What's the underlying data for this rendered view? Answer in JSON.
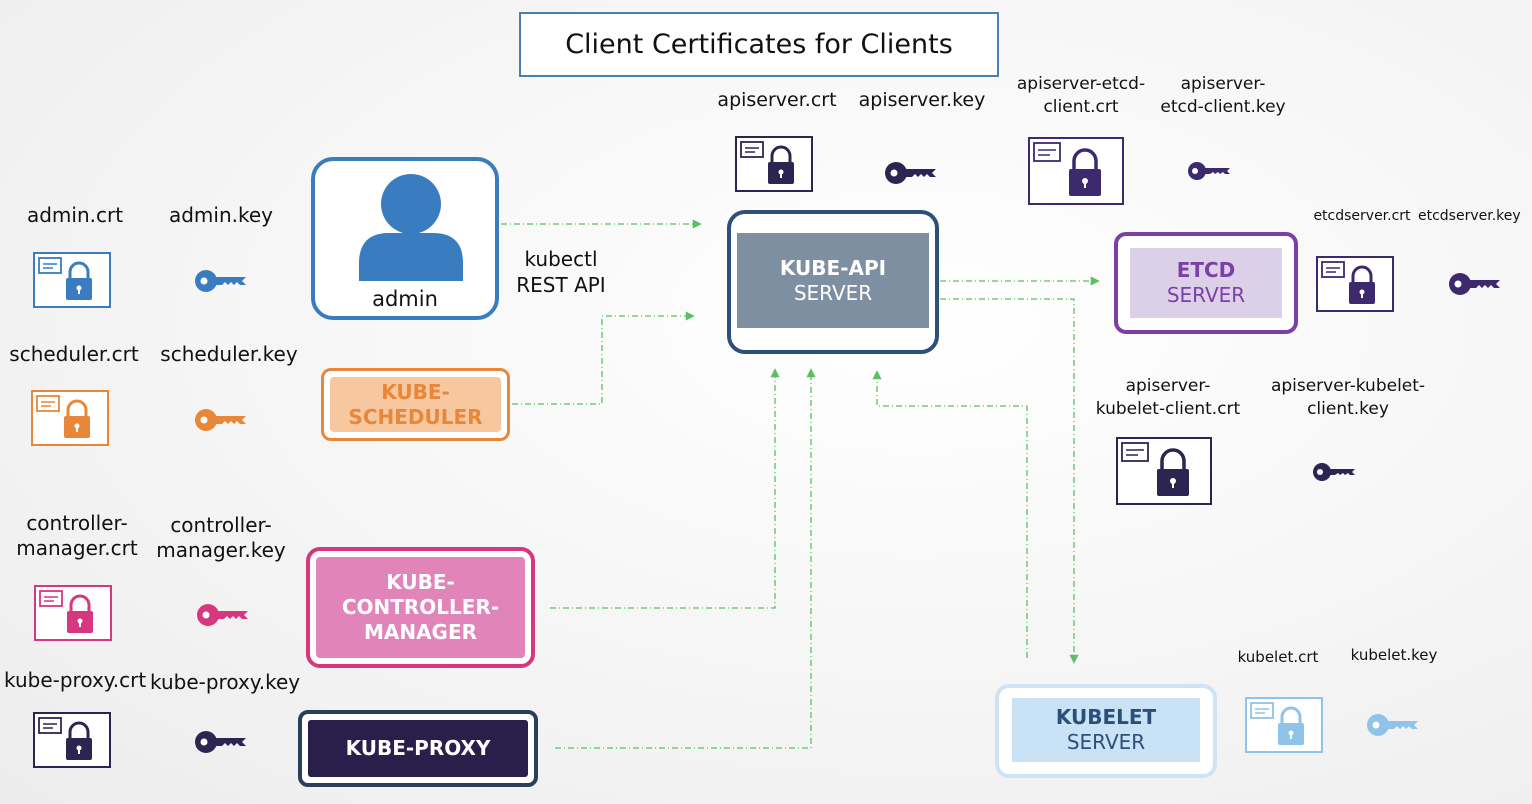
{
  "title": "Client Certificates for Clients",
  "admin": {
    "label": "admin",
    "crt": "admin.crt",
    "key": "admin.key"
  },
  "kubectl": {
    "line1": "kubectl",
    "line2": "REST API"
  },
  "scheduler": {
    "label1": "KUBE-",
    "label2": "SCHEDULER",
    "crt": "scheduler.crt",
    "key": "scheduler.key"
  },
  "controller": {
    "label1": "KUBE-",
    "label2": "CONTROLLER-",
    "label3": "MANAGER",
    "crt1": "controller-",
    "crt2": "manager.crt",
    "key1": "controller-",
    "key2": "manager.key"
  },
  "proxy": {
    "label": "KUBE-PROXY",
    "crt": "kube-proxy.crt",
    "key": "kube-proxy.key"
  },
  "kubeapi": {
    "line1": "KUBE-API",
    "line2": "SERVER",
    "crt": "apiserver.crt",
    "key": "apiserver.key",
    "etcd_crt1": "apiserver-etcd-",
    "etcd_crt2": "client.crt",
    "etcd_key1": "apiserver-",
    "etcd_key2": "etcd-client.key",
    "kubelet_crt1": "apiserver-",
    "kubelet_crt2": "kubelet-client.crt",
    "kubelet_key1": "apiserver-kubelet-",
    "kubelet_key2": "client.key"
  },
  "etcd": {
    "line1": "ETCD",
    "line2": "SERVER",
    "crt": "etcdserver.crt",
    "key": "etcdserver.key"
  },
  "kubelet": {
    "line1": "KUBELET",
    "line2": "SERVER",
    "crt": "kubelet.crt",
    "key": "kubelet.key"
  },
  "colors": {
    "blue": "#3a7cc0",
    "orange": "#e8873a",
    "pink": "#d6377f",
    "navy": "#2c2552",
    "purple": "#3d2a6e",
    "etcd": "#7b3fa6",
    "lightblue": "#8fc3ea",
    "arrow": "#5bbf63"
  }
}
